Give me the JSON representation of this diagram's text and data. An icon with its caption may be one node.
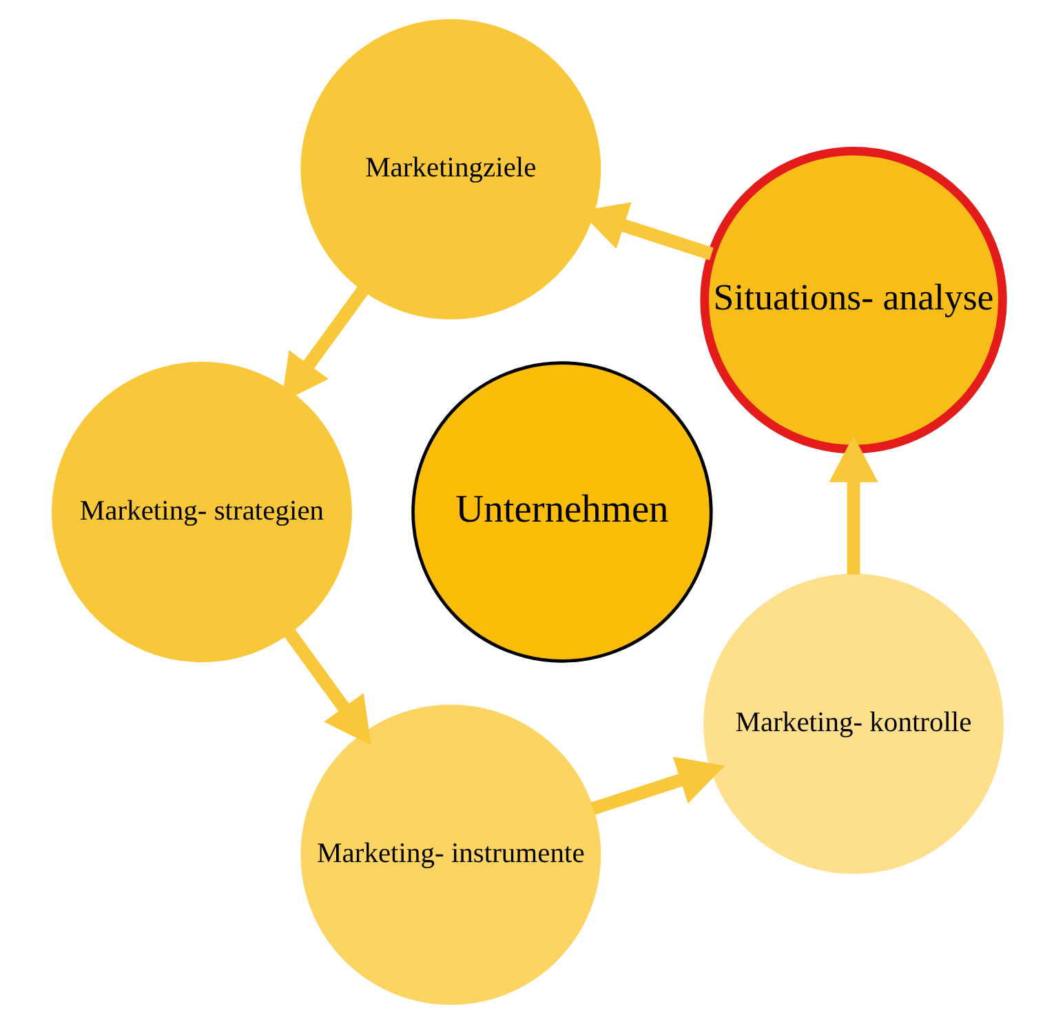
{
  "diagram": {
    "nodes": [
      {
        "text": [
          "Situations- analyse"
        ]
      },
      {
        "text": [
          "Marketingziele"
        ]
      },
      {
        "text": [
          "Marketing- strategien"
        ]
      },
      {
        "text": [
          "Marketing- instrumente"
        ]
      },
      {
        "text": [
          "Marketing- kontrolle"
        ]
      },
      {
        "text": [
          "Unternehmen"
        ]
      }
    ],
    "edges": [
      {
        "from": 0,
        "to": 1,
        "arrow": "to"
      },
      {
        "from": 1,
        "to": 2,
        "arrow": "to"
      },
      {
        "from": 2,
        "to": 3,
        "arrow": "to"
      },
      {
        "from": 3,
        "to": 4,
        "arrow": "to"
      },
      {
        "from": 4,
        "to": 0,
        "arrow": "to"
      }
    ]
  }
}
